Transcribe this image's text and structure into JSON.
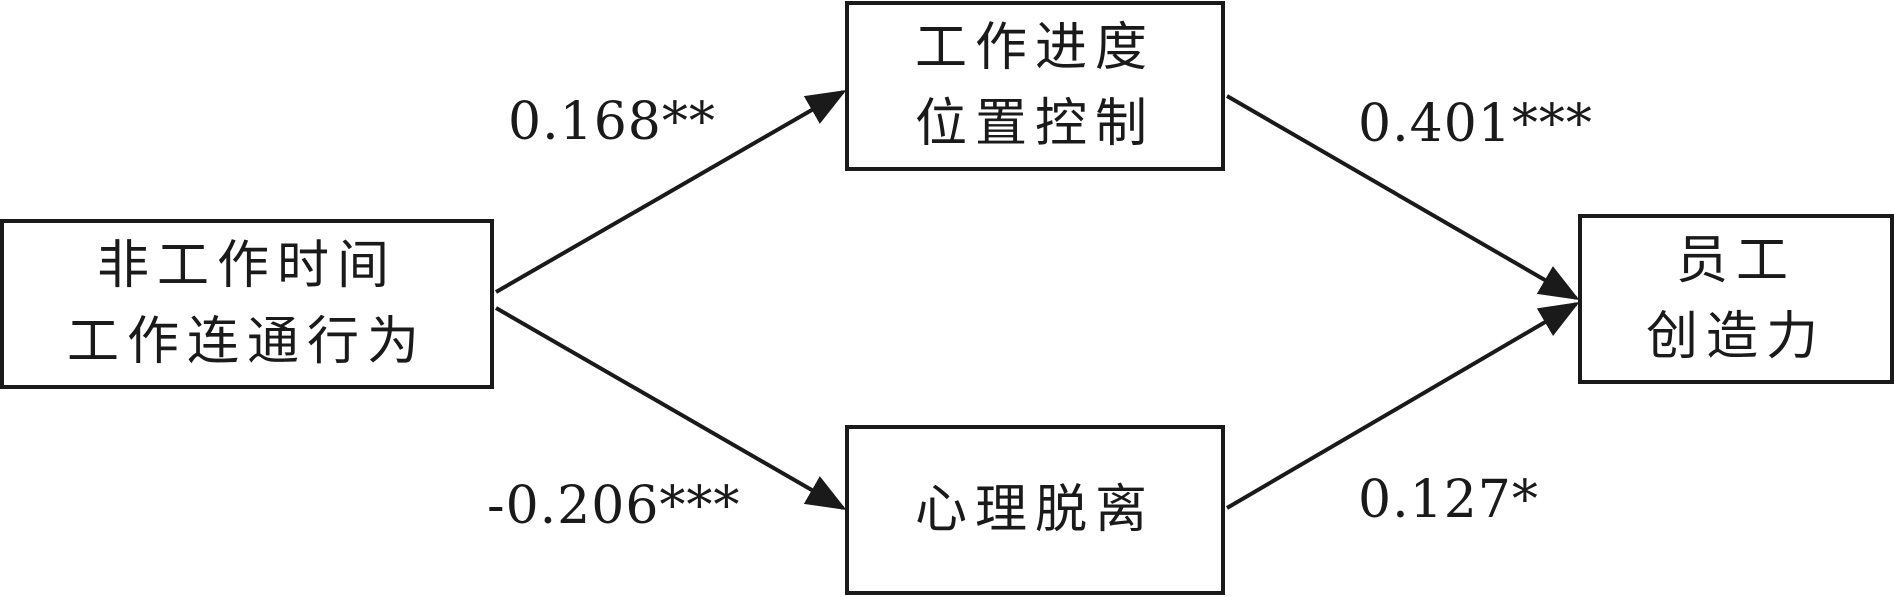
{
  "nodes": {
    "independent": {
      "line1": "非工作时间",
      "line2": "工作连通行为"
    },
    "mediator_1": {
      "line1": "工作进度",
      "line2": "位置控制"
    },
    "mediator_2": {
      "line1": "心理脱离"
    },
    "dependent": {
      "line1": "员工",
      "line2": "创造力"
    }
  },
  "paths": {
    "x_to_m1": "0.168**",
    "m1_to_y": "0.401***",
    "x_to_m2": "-0.206***",
    "m2_to_y": "0.127*"
  },
  "colors": {
    "line": "#1a1a1a",
    "background": "#ffffff"
  }
}
